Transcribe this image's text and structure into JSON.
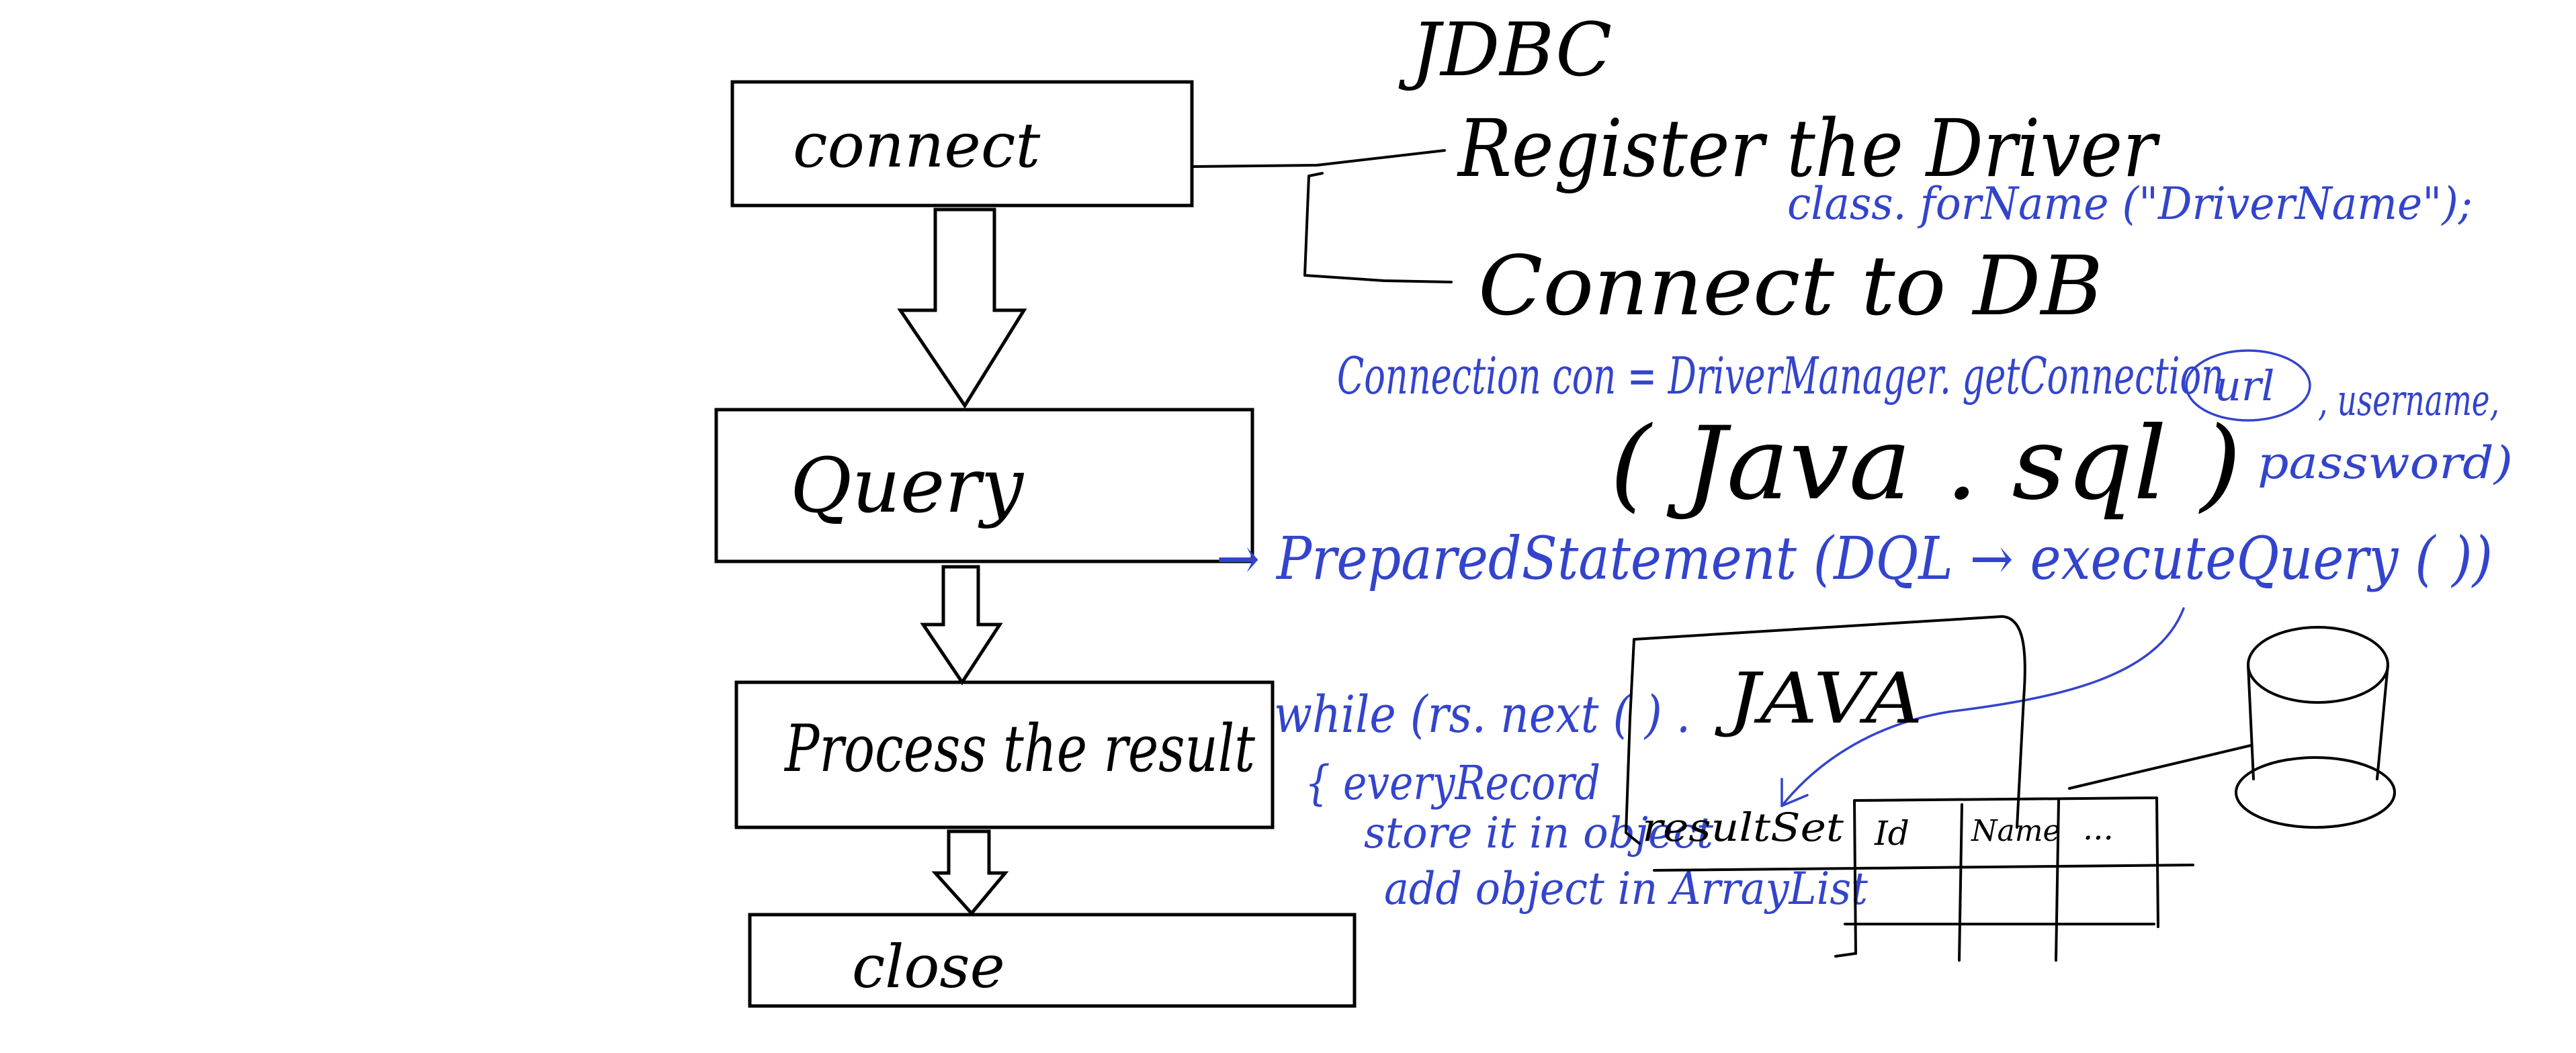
{
  "colors": {
    "ink": "#000000",
    "annotation": "#3344cc",
    "background": "#ffffff"
  },
  "flow": {
    "steps": [
      "connect",
      "Query",
      "Process the result",
      "close"
    ]
  },
  "title": "JDBC",
  "connect_steps": {
    "register": "Register the Driver",
    "register_code": "class. forName (\"DriverName\");",
    "connect": "Connect to DB",
    "connect_code_1": "Connection con = DriverManager. getConnection",
    "connect_code_url": "url",
    "connect_code_2": ", username,",
    "connect_code_3": "password)"
  },
  "package_name": "( Java . sql )",
  "query_note": "→ PreparedStatement (DQL → executeQuery ( ))",
  "process_notes": {
    "line1": "while (rs. next ( ) .",
    "line2": "{ everyRecord",
    "line3": "store it in object",
    "line4": "add object in ArrayList"
  },
  "java_box": {
    "label": "JAVA",
    "resultset_label": "resultSet"
  },
  "result_table": {
    "headers": [
      "Id",
      "Name",
      "..."
    ]
  }
}
